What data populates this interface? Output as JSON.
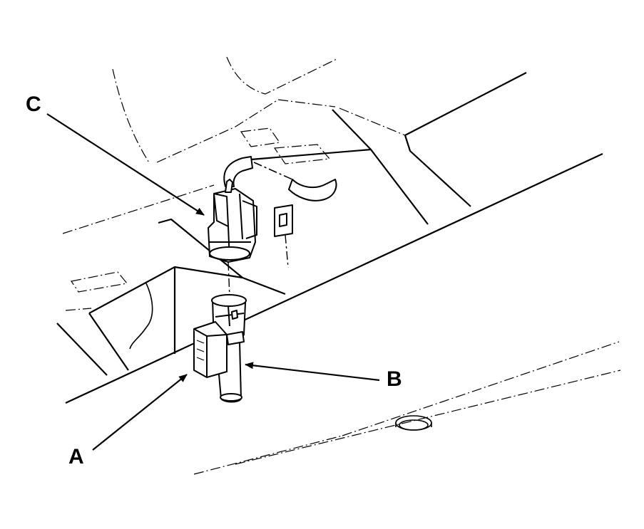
{
  "diagram": {
    "labels": {
      "c": "C",
      "b": "B",
      "a": "A"
    },
    "colors": {
      "ink": "#000000",
      "paper": "#ffffff"
    }
  }
}
